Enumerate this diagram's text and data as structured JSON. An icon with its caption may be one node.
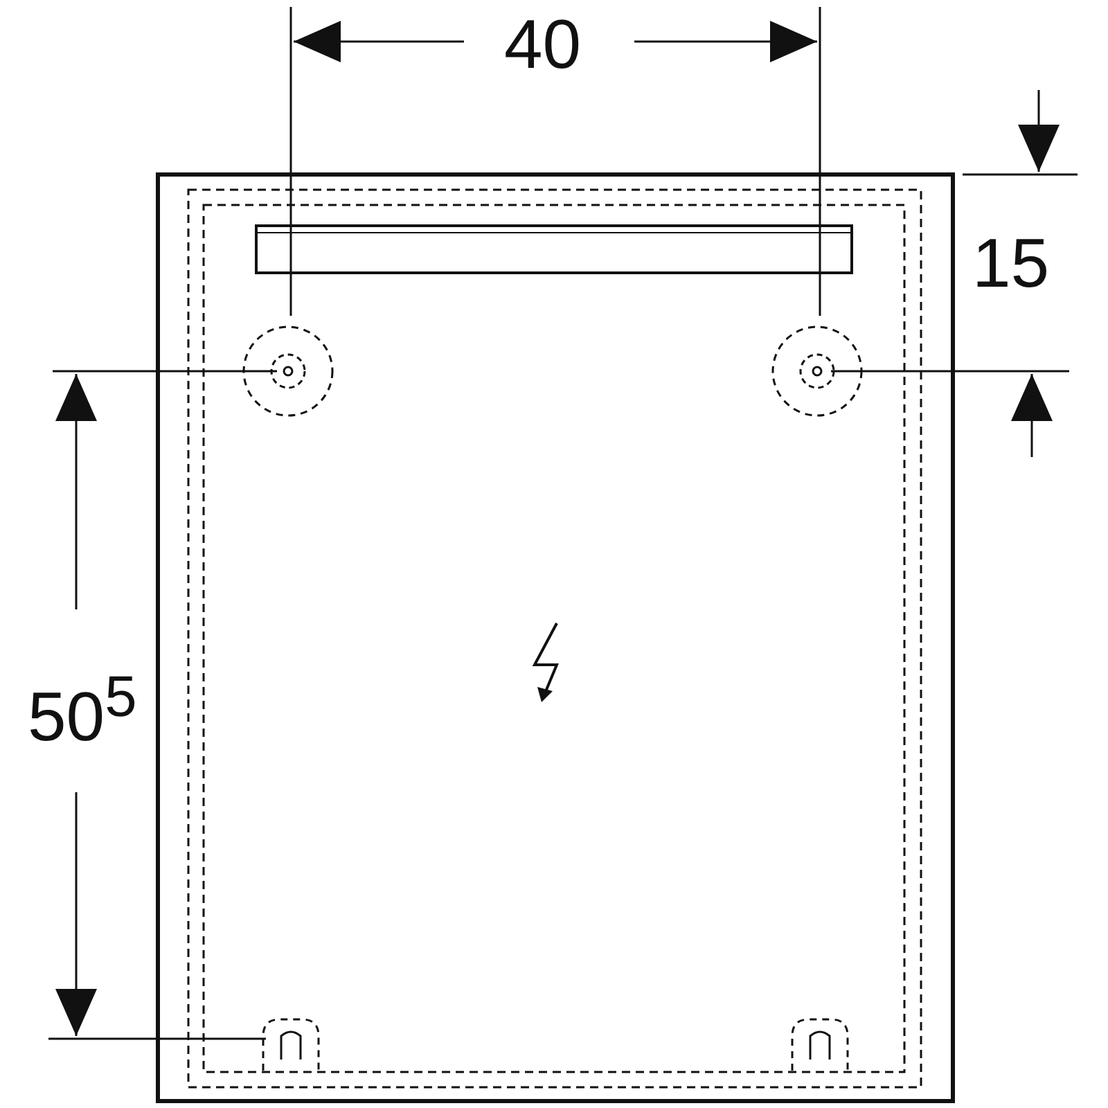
{
  "diagram": {
    "labels": [
      "40",
      "15",
      "50$^{5}$"
    ]
  }
}
